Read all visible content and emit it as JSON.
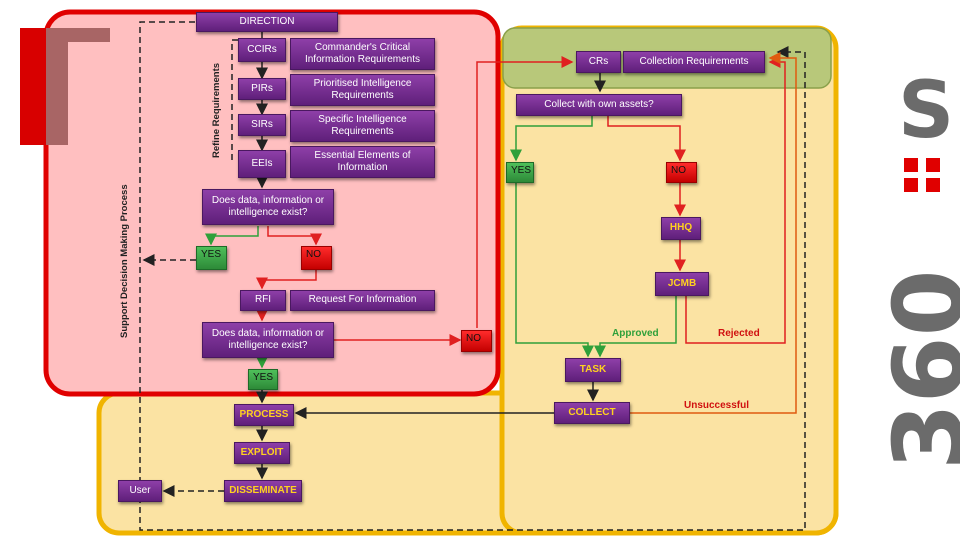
{
  "colors": {
    "direction_zone": "#ffbfc0",
    "direction_border": "#e00000",
    "collection_zone": "#fbe3a3",
    "collection_border": "#f0b400",
    "cr_zone": "#b8c87a",
    "box_purple": "#6e2a8c",
    "box_text": "#ffffff",
    "box_text_yellow": "#ffd21f",
    "yes_green": "#3aa446",
    "no_red": "#e60000"
  },
  "direction": {
    "title": "DIRECTION",
    "ccir": "CCIRs",
    "ccir_desc": "Commander's Critical Information Requirements",
    "pir": "PIRs",
    "pir_desc": "Prioritised Intelligence Requirements",
    "sir": "SIRs",
    "sir_desc": "Specific Intelligence Requirements",
    "eei": "EEIs",
    "eei_desc": "Essential Elements of Information",
    "question1": "Does data, information or intelligence exist?",
    "yes1": "YES",
    "no1": "NO",
    "rfi": "RFI",
    "rfi_desc": "Request For Information",
    "question2": "Does data, information or intelligence exist?",
    "no2": "NO",
    "yes2": "YES",
    "refine_label": "Refine Requirements",
    "support_label": "Support Decision Making Process"
  },
  "collection": {
    "crs": "CRs",
    "crs_desc": "Collection Requirements",
    "collect_question": "Collect with own assets?",
    "yes": "YES",
    "no": "NO",
    "hhq": "HHQ",
    "jcmb": "JCMB",
    "approved": "Approved",
    "rejected": "Rejected",
    "task": "TASK",
    "collect": "COLLECT",
    "unsuccessful": "Unsuccessful"
  },
  "processing": {
    "process": "PROCESS",
    "exploit": "EXPLOIT",
    "disseminate": "DISSEMINATE",
    "user": "User"
  },
  "logo": {
    "letter": "S",
    "digits": "360"
  }
}
